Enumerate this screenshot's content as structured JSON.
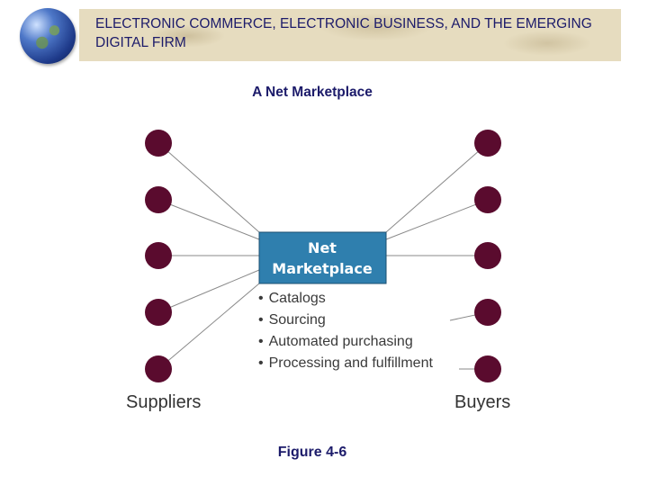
{
  "header": {
    "title": "ELECTRONIC COMMERCE, ELECTRONIC BUSINESS, AND THE EMERGING DIGITAL FIRM",
    "icon": "globe-icon"
  },
  "diagram": {
    "title": "A Net Marketplace",
    "hub": {
      "line1": "Net",
      "line2": "Marketplace",
      "color": "#2f7fae"
    },
    "features": [
      "Catalogs",
      "Sourcing",
      "Automated purchasing",
      "Processing and fulfillment"
    ],
    "left_label": "Suppliers",
    "right_label": "Buyers",
    "node_color": "#5a0b2e",
    "supplier_count": 5,
    "buyer_count": 5
  },
  "caption": "Figure 4-6"
}
